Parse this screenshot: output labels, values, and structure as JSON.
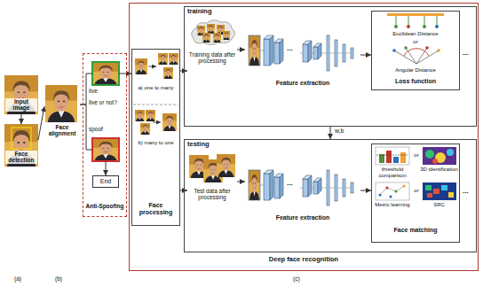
{
  "diagram": {
    "nodes": [
      {
        "text": [
          "Input image"
        ]
      },
      {
        "text": [
          "Face detection"
        ]
      },
      {
        "text": [
          "Face alignment"
        ]
      },
      {
        "text": [
          "Anti-Spoofing"
        ]
      },
      {
        "text": [
          "End"
        ],
        "in": 3
      },
      {
        "text": [
          "Deep face recognition"
        ]
      },
      {
        "text": [
          "a) one to many",
          "b) many to one",
          "Face processing"
        ],
        "in": 5
      },
      {
        "text": [
          "training"
        ],
        "in": 5
      },
      {
        "text": [
          "Training data after processing"
        ],
        "in": 7
      },
      {
        "text": [
          "Feature extraction"
        ],
        "in": 7
      },
      {
        "text": [
          "Euclidean Distance",
          "or",
          "Angular Distance",
          "Loss function"
        ],
        "in": 7
      },
      {
        "text": [
          "testing"
        ],
        "in": 5
      },
      {
        "text": [
          "Test data after processing"
        ],
        "in": 11
      },
      {
        "text": [
          "Feature extraction"
        ],
        "in": 11
      },
      {
        "text": [
          "threshold comparison",
          "or",
          "3D identification",
          "Metric learning",
          "or",
          "SRC",
          "Face matching"
        ],
        "in": 11
      }
    ],
    "edges": [
      {
        "from": 0,
        "to": 1,
        "arrow": "to"
      },
      {
        "from": 1,
        "to": 2,
        "arrow": "to"
      },
      {
        "from": 2,
        "to": 6,
        "label": "live",
        "arrow": "to"
      },
      {
        "from": 2,
        "to": 4,
        "label": "spoof",
        "arrow": "to"
      },
      {
        "from": 6,
        "to": 8,
        "arrow": "to"
      },
      {
        "from": 6,
        "to": 12,
        "arrow": "to"
      },
      {
        "from": 8,
        "to": 9,
        "arrow": "to"
      },
      {
        "from": 9,
        "to": 10,
        "arrow": "to"
      },
      {
        "from": 7,
        "to": 11,
        "label": "w,b",
        "arrow": "to"
      },
      {
        "from": 12,
        "to": 13,
        "arrow": "to"
      },
      {
        "from": 13,
        "to": 14,
        "arrow": "to"
      }
    ],
    "labels": [
      "live or not?",
      "...",
      "...",
      "...",
      "...",
      "(a)",
      "(b)",
      "(c)"
    ]
  }
}
